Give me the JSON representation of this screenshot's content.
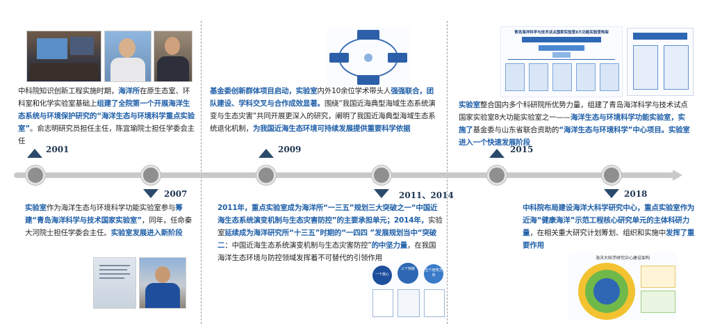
{
  "colors": {
    "highlight": "#1f5fa8",
    "text": "#222222",
    "axis": "#c9c9c9",
    "node": "#8f8f8f",
    "marker": "#2b4a6b",
    "year": "#1e3552",
    "divider": "#9a9a9a"
  },
  "events": [
    {
      "year": "2001",
      "segments": [
        {
          "text": "中科院知识创新工程实施时期，",
          "hl": false
        },
        {
          "text": "海洋所",
          "hl": true
        },
        {
          "text": "在原生态室、环科室和化学实验室基础上",
          "hl": false
        },
        {
          "text": "组建了全院第一个开展海洋生态系统与环境保护研究的“海洋生态与环境科学重点实验室”",
          "hl": true
        },
        {
          "text": "。俞志明研究员担任主任，陈宜瑜院士担任学委会主任",
          "hl": false
        }
      ]
    },
    {
      "year": "2007",
      "segments": [
        {
          "text": "实验室",
          "hl": true
        },
        {
          "text": "作为海洋生态与环境科学功能实验室参与",
          "hl": false
        },
        {
          "text": "筹建“青岛海洋科学与技术国家实验室”",
          "hl": true
        },
        {
          "text": "，同年，任命秦大河院士担任学委会主任。",
          "hl": false
        },
        {
          "text": "实验室发展进入新阶段",
          "hl": true
        }
      ]
    },
    {
      "year": "2009",
      "segments": [
        {
          "text": "基金委创新群体项目启动，",
          "hl": true
        },
        {
          "text": "实验室",
          "hl": true
        },
        {
          "text": "内外10余位学术带头人",
          "hl": false
        },
        {
          "text": "强强联合，团队建设、学科交叉与合作成效显著。",
          "hl": true
        },
        {
          "text": "围绕“我国近海典型海域生态系统演变与生态灾害”共同开展更深入的研究，阐明了我国近海典型海域生态系统退化机制，",
          "hl": false
        },
        {
          "text": "为我国近海生态环境可持续发展提供重要科学依据",
          "hl": true
        }
      ]
    },
    {
      "year": "2011、2014",
      "segments": [
        {
          "text": "2011年，重点实验室成为海洋所“一三五”规划三大突破之一“中国近海生态系统演变机制与生态灾害防控”的主要承担单元；",
          "hl": true
        },
        {
          "text": "2014年，",
          "hl": true
        },
        {
          "text": "实验室",
          "hl": false
        },
        {
          "text": "延续成为海洋研究所“十三五”时期的“一四四 ”发展规划当中“突破二",
          "hl": true
        },
        {
          "text": "：中国近海生态系统演变机制与生态灾害防控”",
          "hl": false
        },
        {
          "text": "的中坚力量",
          "hl": true
        },
        {
          "text": "，在我国海洋生态环境与防控领域发挥着不可替代的引领作用",
          "hl": false
        }
      ]
    },
    {
      "year": "2015",
      "segments": [
        {
          "text": "实验室",
          "hl": true
        },
        {
          "text": "整合国内多个科研院所优势力量，组建了青岛海洋科学与技术试点国家实验室8大功能实验室之一——",
          "hl": false
        },
        {
          "text": "海洋生态与环境科学功能实验室",
          "hl": true
        },
        {
          "text": "，实施了",
          "hl": true
        },
        {
          "text": "基金委与山东省联合资助的",
          "hl": false
        },
        {
          "text": "“海洋生态与环境科学”中心项目。实验室进入一个快速发展阶段",
          "hl": true
        }
      ]
    },
    {
      "year": "2018",
      "segments": [
        {
          "text": "中科院布局建设海洋大科学研究中心，重点实验室作为近海“健康海洋”示范工程核心研究单元的主体科研力量",
          "hl": true
        },
        {
          "text": "，在相关重大研究计划筹划、组织和实施中",
          "hl": false
        },
        {
          "text": "发挥了重要作用",
          "hl": true
        }
      ]
    }
  ],
  "diagrams": {
    "d2015_title": "青岛海洋科学与技术试点国家实验室8大功能实验室构架",
    "d2018_title": "海洋大科学研究中心建设架构",
    "d2011_items": [
      "一个核心",
      "三个突破",
      "五个培育方向"
    ]
  }
}
